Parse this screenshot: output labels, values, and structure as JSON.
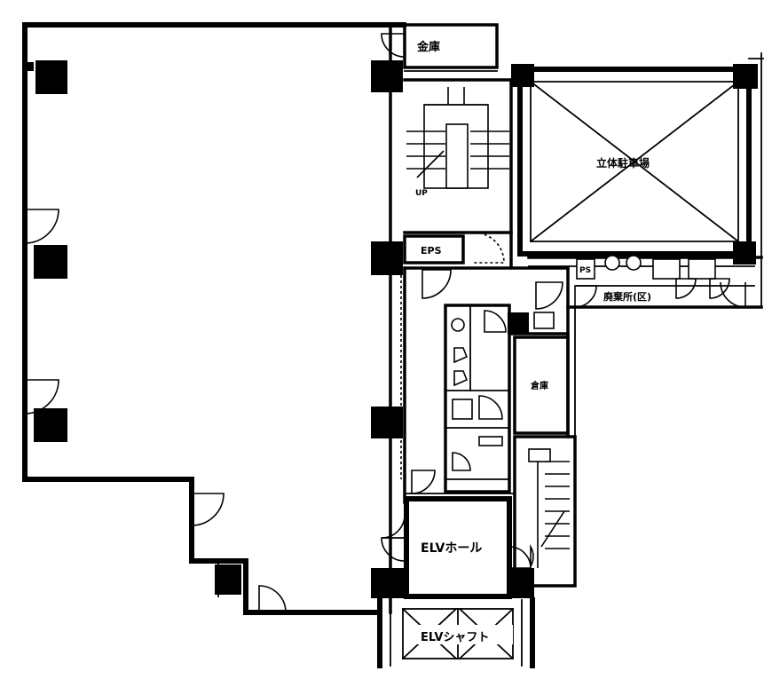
{
  "rooms": {
    "safe_label": "金庫",
    "eps_label": "EPS",
    "ps_label": "PS",
    "parking_label": "立体駐車場",
    "waste_label": "廃棄所(区)",
    "storage_label": "倉庫",
    "elevator_hall_label": "ELVホール",
    "elevator_shaft_label": "ELVシャフト",
    "stair_up_label": "UP"
  }
}
